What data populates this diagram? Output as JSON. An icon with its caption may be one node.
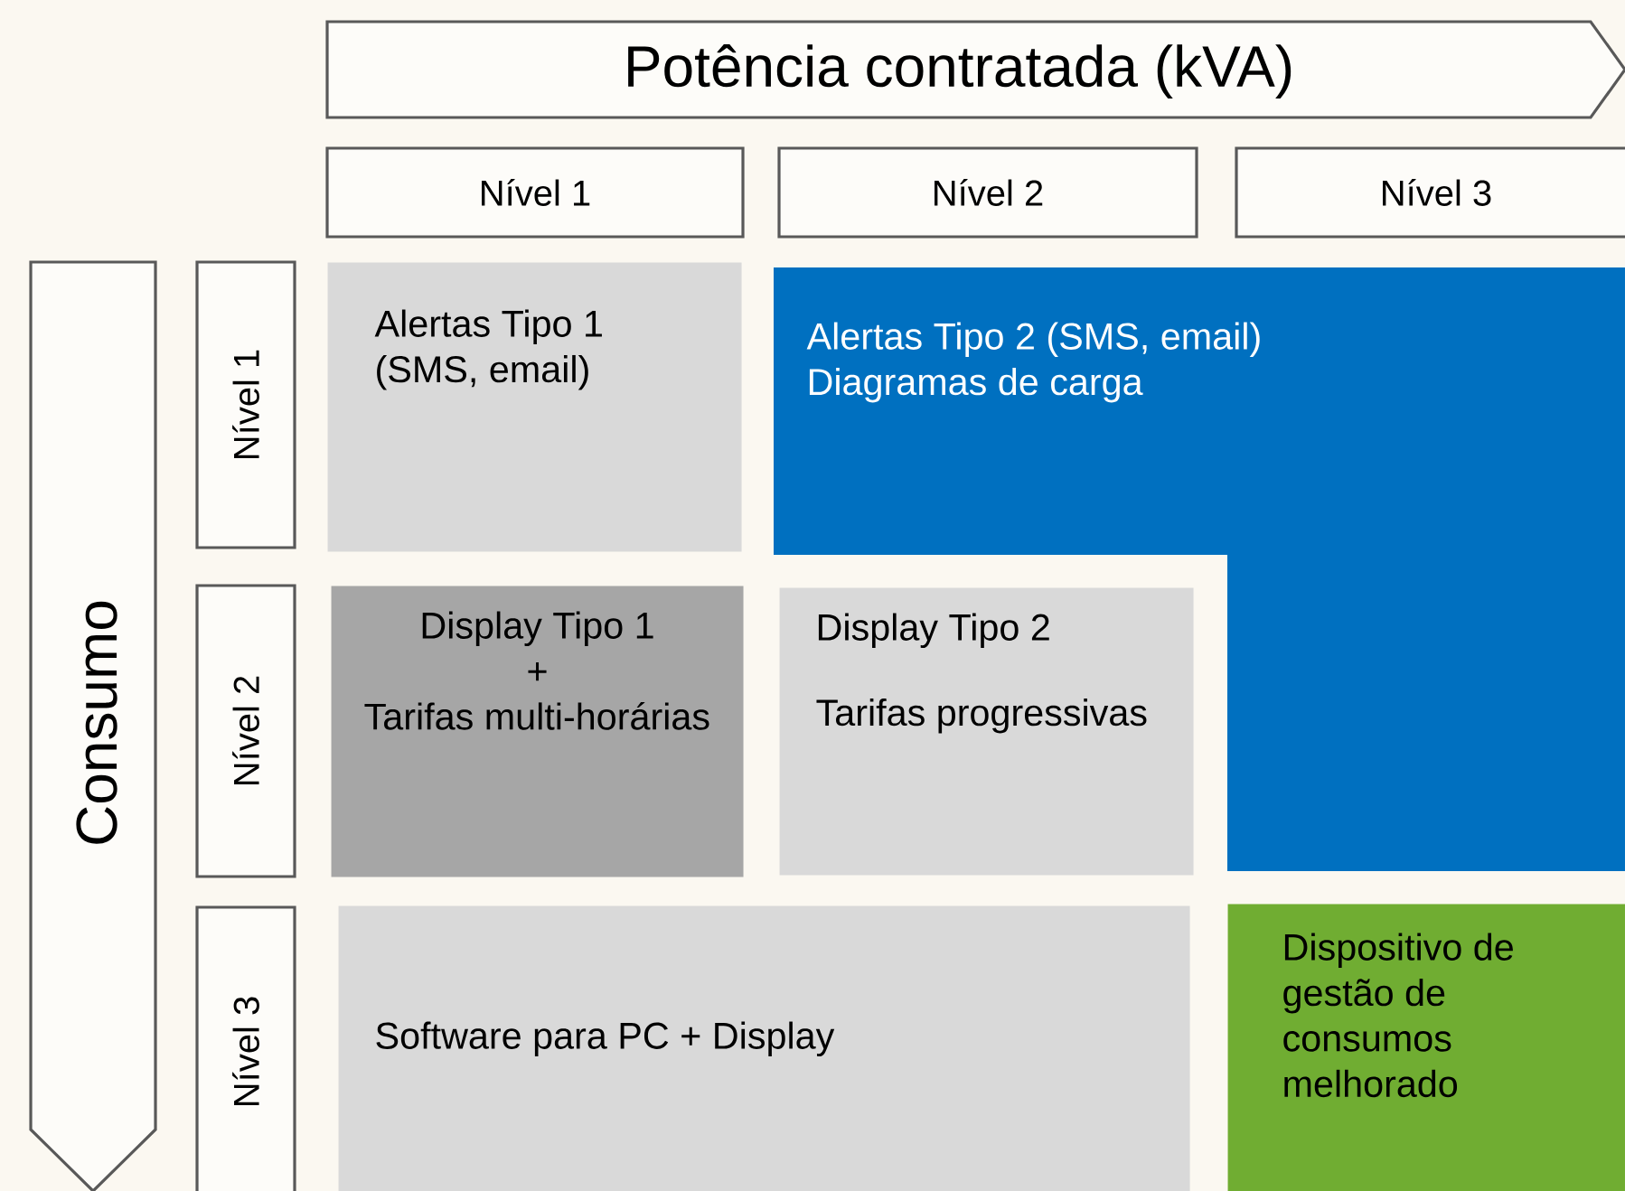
{
  "diagram": {
    "nodes": [
      {
        "text": [
          "Potência contratada (kVA)"
        ]
      },
      {
        "text": [
          "Nível 1"
        ]
      },
      {
        "text": [
          "Nível 2"
        ]
      },
      {
        "text": [
          "Nível 3"
        ]
      },
      {
        "text": [
          "Consumo"
        ]
      },
      {
        "text": [
          "Nível 1"
        ]
      },
      {
        "text": [
          "Alertas Tipo 1 (SMS, email)"
        ]
      },
      {
        "text": [
          "Alertas Tipo 2 (SMS, email)",
          "Diagramas de carga"
        ]
      },
      {
        "text": [
          "Nível 2"
        ]
      },
      {
        "text": [
          "Display Tipo 1",
          "+",
          "Tarifas multi-horárias"
        ]
      },
      {
        "text": [
          "Display Tipo 2",
          "Tarifas progressivas"
        ]
      },
      {
        "text": [
          "Nível 3"
        ]
      },
      {
        "text": [
          "Software para PC + Display"
        ]
      },
      {
        "text": [
          "Dispositivo de gestão de consumos melhorado"
        ]
      }
    ]
  }
}
